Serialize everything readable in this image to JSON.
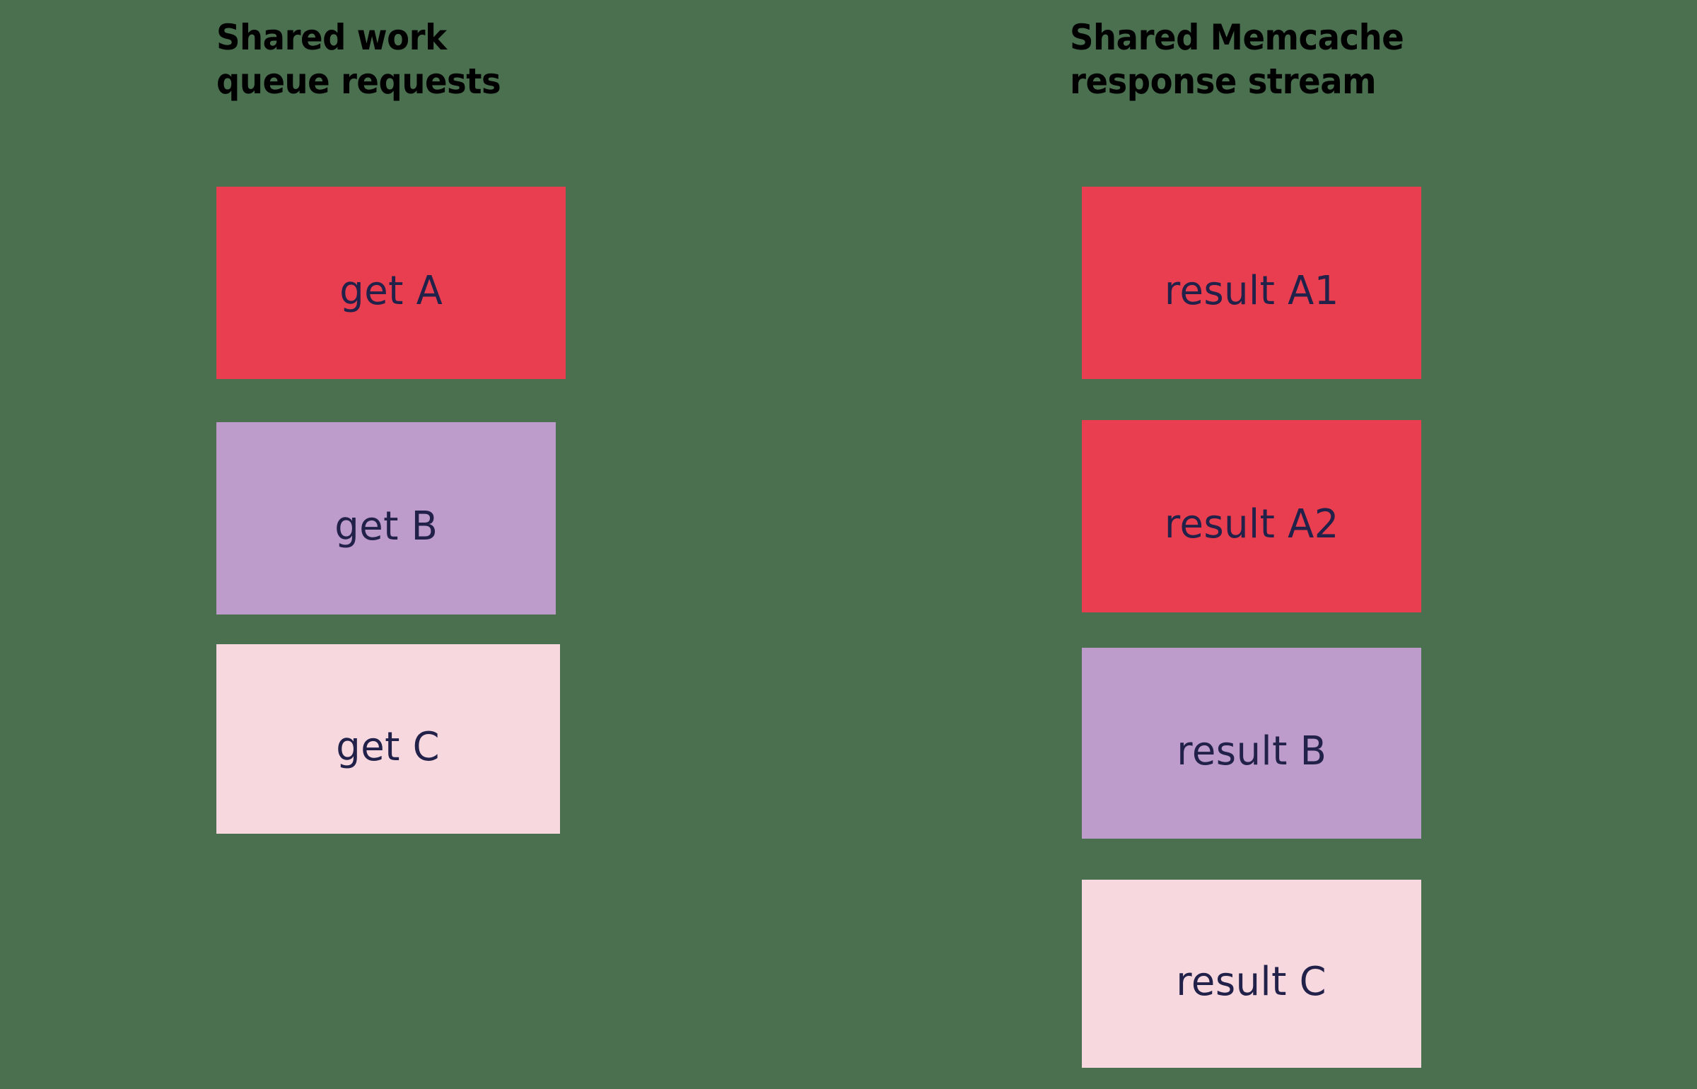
{
  "background_color": "#4a7050",
  "text_color": "#22214a",
  "title_color": "#000000",
  "palette": {
    "red": "#e83e50",
    "purple": "#bd9bcb",
    "pink": "#f7d8df"
  },
  "columns": [
    {
      "title": "Shared work\nqueue requests",
      "boxes": [
        {
          "label": "get A",
          "color": "#e83e50",
          "color_name": "red"
        },
        {
          "label": "get B",
          "color": "#bd9bcb",
          "color_name": "purple"
        },
        {
          "label": "get C",
          "color": "#f7d8df",
          "color_name": "pink"
        }
      ]
    },
    {
      "title": "Shared Memcache\nresponse stream",
      "boxes": [
        {
          "label": "result A1",
          "color": "#e83e50",
          "color_name": "red"
        },
        {
          "label": "result A2",
          "color": "#e83e50",
          "color_name": "red"
        },
        {
          "label": "result B",
          "color": "#bd9bcb",
          "color_name": "purple"
        },
        {
          "label": "result C",
          "color": "#f7d8df",
          "color_name": "pink"
        }
      ]
    }
  ]
}
